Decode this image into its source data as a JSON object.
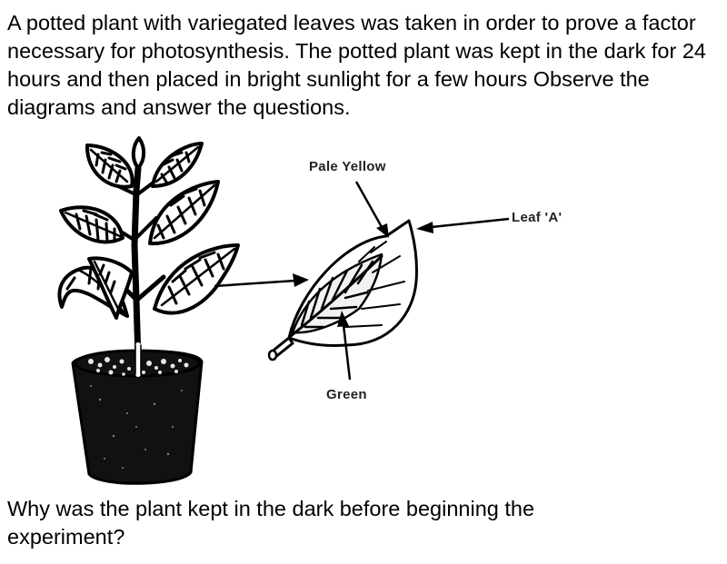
{
  "question": {
    "intro": "A potted plant with variegated leaves was taken in order to prove a factor necessary for photosynthesis. The potted plant was kept in the dark for 24 hours and then placed in bright sunlight for a few hours Observe the diagrams and answer the questions.",
    "prompt": "Why was the plant kept in the dark before beginning the experiment?"
  },
  "figure": {
    "labels": {
      "pale_yellow": "Pale Yellow",
      "leaf_a": "Leaf 'A'",
      "green": "Green"
    },
    "parts": [
      "potted-plant",
      "pot",
      "leaf-detail"
    ],
    "colors": {
      "ink": "#000000",
      "background": "#ffffff"
    }
  }
}
